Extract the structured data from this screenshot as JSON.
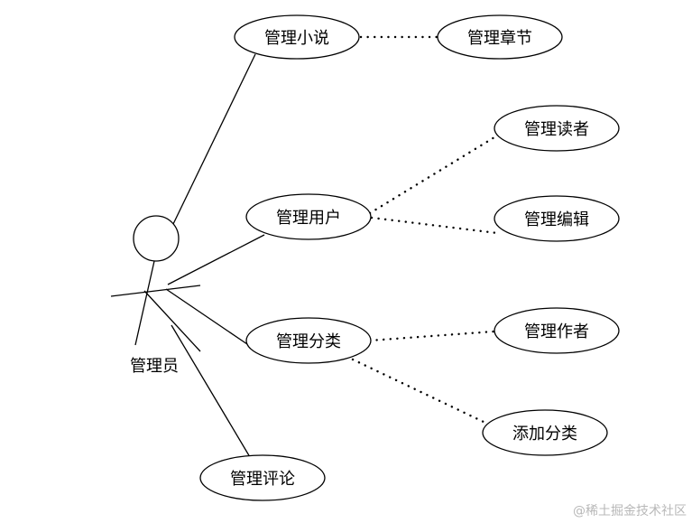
{
  "diagram": {
    "actor": {
      "label": "管理员"
    },
    "use_cases": {
      "manage_novel": "管理小说",
      "manage_chapter": "管理章节",
      "manage_user": "管理用户",
      "manage_reader": "管理读者",
      "manage_editor": "管理编辑",
      "manage_category": "管理分类",
      "manage_author": "管理作者",
      "add_category": "添加分类",
      "manage_comment": "管理评论"
    }
  },
  "watermark": "@稀土掘金技术社区"
}
